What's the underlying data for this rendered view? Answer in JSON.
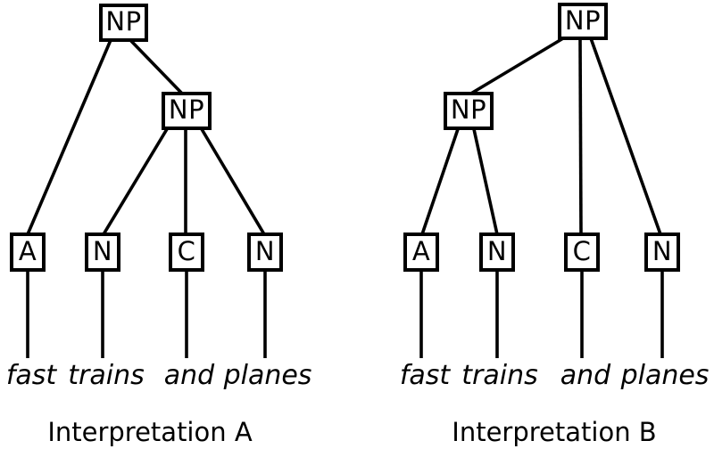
{
  "diagram": {
    "title_visible": false,
    "background_color": "#ffffff",
    "line_color": "#000000",
    "sentence": "fast trains and planes",
    "trees": [
      {
        "id": "A",
        "caption": "Interpretation A",
        "root_label": "NP",
        "inner_label": "NP",
        "leaves": [
          "A",
          "N",
          "C",
          "N"
        ],
        "words": [
          "fast",
          "trains",
          "and",
          "planes"
        ],
        "edges": [
          "NP(root) -> A",
          "NP(root) -> NP(inner)",
          "NP(inner) -> N",
          "NP(inner) -> C",
          "NP(inner) -> N",
          "A -> fast",
          "N -> trains",
          "C -> and",
          "N -> planes"
        ]
      },
      {
        "id": "B",
        "caption": "Interpretation B",
        "root_label": "NP",
        "inner_label": "NP",
        "leaves": [
          "A",
          "N",
          "C",
          "N"
        ],
        "words": [
          "fast",
          "trains",
          "and",
          "planes"
        ],
        "edges": [
          "NP(root) -> NP(inner)",
          "NP(root) -> C",
          "NP(root) -> N",
          "NP(inner) -> A",
          "NP(inner) -> N",
          "A -> fast",
          "N -> trains",
          "C -> and",
          "N -> planes"
        ]
      }
    ]
  }
}
